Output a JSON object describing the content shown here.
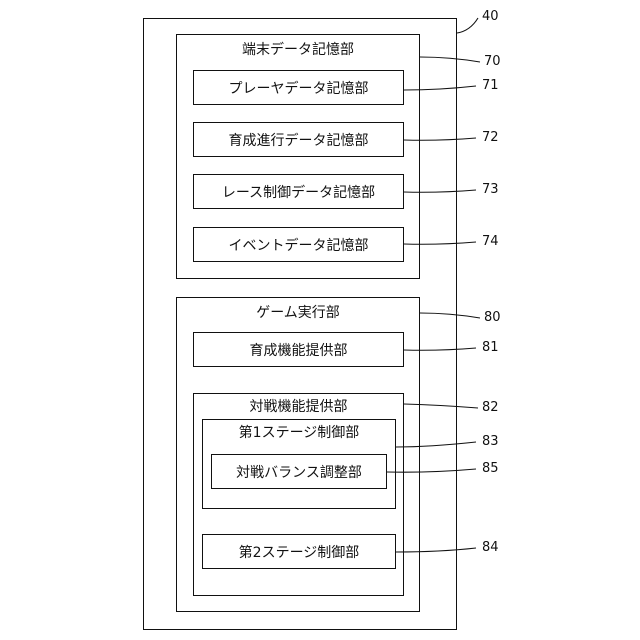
{
  "outer": {
    "ref": "40"
  },
  "terminal_storage": {
    "title": "端末データ記憶部",
    "ref": "70",
    "items": [
      {
        "label": "プレーヤデータ記憶部",
        "ref": "71"
      },
      {
        "label": "育成進行データ記憶部",
        "ref": "72"
      },
      {
        "label": "レース制御データ記憶部",
        "ref": "73"
      },
      {
        "label": "イベントデータ記憶部",
        "ref": "74"
      }
    ]
  },
  "game_execution": {
    "title": "ゲーム実行部",
    "ref": "80",
    "training": {
      "label": "育成機能提供部",
      "ref": "81"
    },
    "battle": {
      "title": "対戦機能提供部",
      "ref": "82",
      "stage1": {
        "title": "第1ステージ制御部",
        "ref": "83",
        "balance": {
          "label": "対戦バランス調整部",
          "ref": "85"
        }
      },
      "stage2": {
        "label": "第2ステージ制御部",
        "ref": "84"
      }
    }
  }
}
